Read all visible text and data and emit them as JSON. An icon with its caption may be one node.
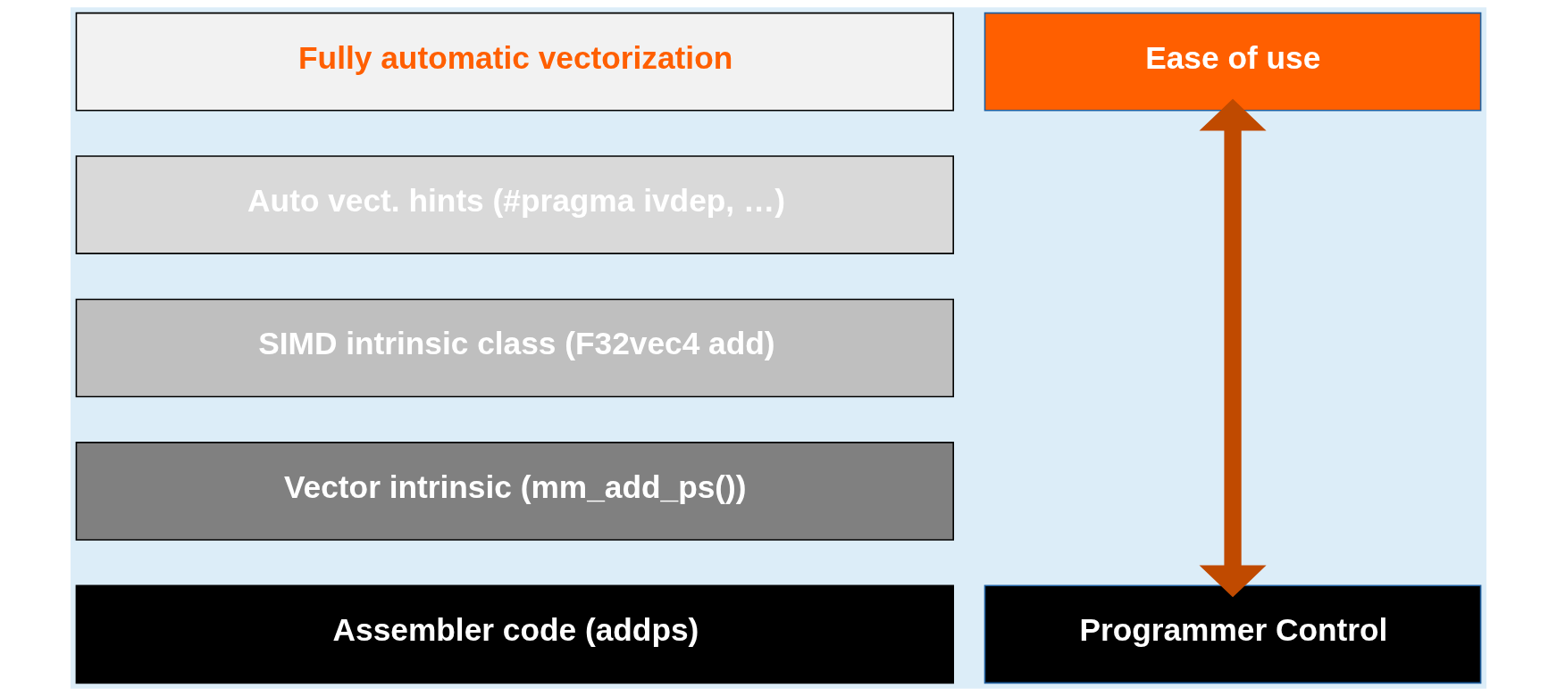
{
  "diagram": {
    "nodes": [
      {
        "text": [
          "Fully automatic vectorization"
        ]
      },
      {
        "text": [
          "Auto vect. hints (#pragma ivdep, …)"
        ]
      },
      {
        "text": [
          "SIMD intrinsic class (F32vec4 add)"
        ]
      },
      {
        "text": [
          "Vector intrinsic (mm_add_ps())"
        ]
      },
      {
        "text": [
          "Assembler code (addps)"
        ]
      },
      {
        "text": [
          "Ease of use"
        ]
      },
      {
        "text": [
          "Programmer Control"
        ]
      }
    ],
    "edges": [
      {
        "from": 5,
        "to": 6,
        "arrow": "both"
      }
    ]
  }
}
